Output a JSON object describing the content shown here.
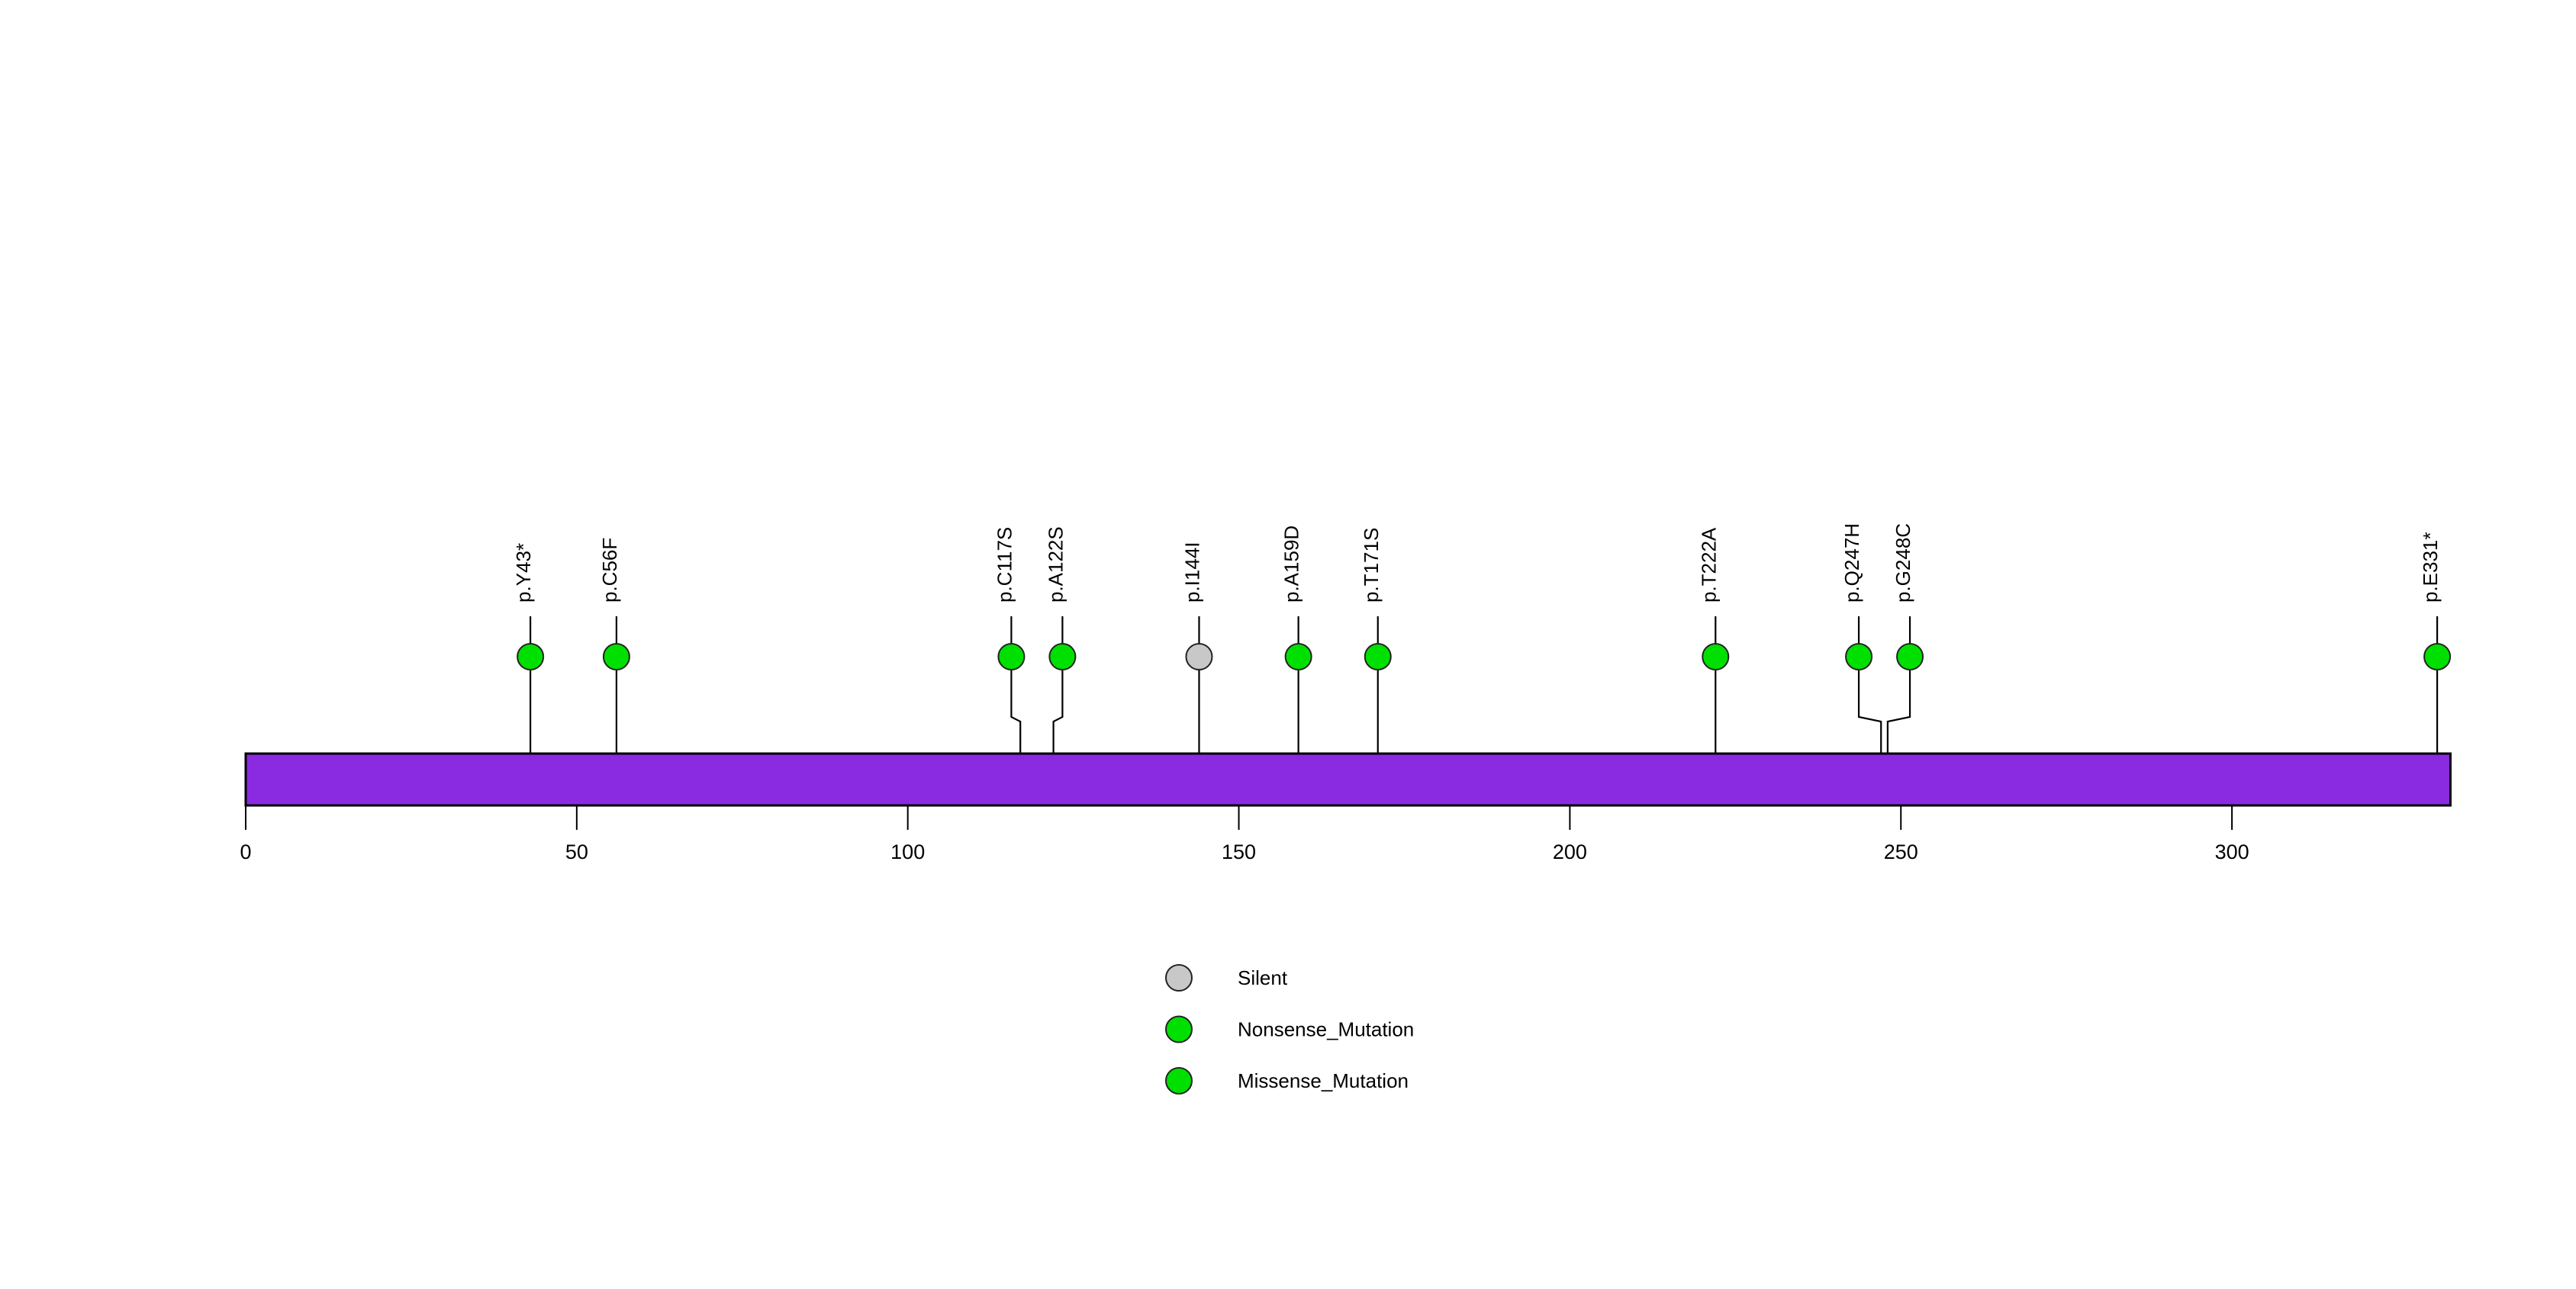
{
  "chart_data": {
    "type": "lollipop",
    "title": "",
    "xlabel": "",
    "ylabel": "",
    "xlim": [
      0,
      333
    ],
    "xticks": [
      0,
      50,
      100,
      150,
      200,
      250,
      300
    ],
    "xtick_labels": [
      "0",
      "50",
      "100",
      "150",
      "200",
      "250",
      "300"
    ],
    "grid": false,
    "protein_length": 333,
    "domain_track": {
      "name": "protein-backbone",
      "start": 0,
      "end": 333,
      "color": "#8A2BE2",
      "border_color": "#000000"
    },
    "legend": {
      "position": "bottom-center",
      "entries": [
        {
          "label": "Silent",
          "color": "#C8C8C8"
        },
        {
          "label": "Nonsense_Mutation",
          "color": "#00E000"
        },
        {
          "label": "Missense_Mutation",
          "color": "#00E000"
        }
      ]
    },
    "mutations": [
      {
        "label": "p.Y43*",
        "position": 43,
        "type": "Nonsense_Mutation",
        "color": "#00E000",
        "count": 1
      },
      {
        "label": "p.C56F",
        "position": 56,
        "type": "Missense_Mutation",
        "color": "#00E000",
        "count": 1
      },
      {
        "label": "p.C117S",
        "position": 117,
        "type": "Missense_Mutation",
        "color": "#00E000",
        "count": 1
      },
      {
        "label": "p.A122S",
        "position": 122,
        "type": "Missense_Mutation",
        "color": "#00E000",
        "count": 1
      },
      {
        "label": "p.I144I",
        "position": 144,
        "type": "Silent",
        "color": "#C8C8C8",
        "count": 1
      },
      {
        "label": "p.A159D",
        "position": 159,
        "type": "Missense_Mutation",
        "color": "#00E000",
        "count": 1
      },
      {
        "label": "p.T171S",
        "position": 171,
        "type": "Missense_Mutation",
        "color": "#00E000",
        "count": 1
      },
      {
        "label": "p.T222A",
        "position": 222,
        "type": "Missense_Mutation",
        "color": "#00E000",
        "count": 1
      },
      {
        "label": "p.Q247H",
        "position": 247,
        "type": "Missense_Mutation",
        "color": "#00E000",
        "count": 1
      },
      {
        "label": "p.G248C",
        "position": 248,
        "type": "Missense_Mutation",
        "color": "#00E000",
        "count": 1
      },
      {
        "label": "p.E331*",
        "position": 331,
        "type": "Nonsense_Mutation",
        "color": "#00E000",
        "count": 1
      }
    ]
  }
}
